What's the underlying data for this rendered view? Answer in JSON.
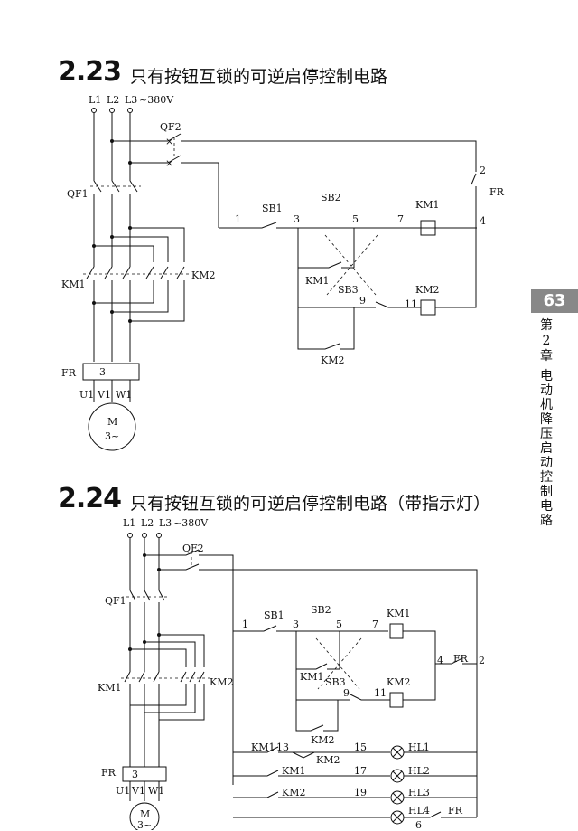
{
  "sections": [
    {
      "number": "2.23",
      "title": "只有按钮互锁的可逆启停控制电路"
    },
    {
      "number": "2.24",
      "title": "只有按钮互锁的可逆启停控制电路（带指示灯）"
    }
  ],
  "sidebar": {
    "page_number": "63",
    "chapter_lines": [
      "第",
      "2",
      "章"
    ],
    "chapter_title": "电动机降压启动控制电路"
  },
  "diagram1": {
    "supply": "~380V",
    "phases": [
      "L1",
      "L2",
      "L3"
    ],
    "labels": {
      "qf1": "QF1",
      "qf2": "QF2",
      "km1": "KM1",
      "km2": "KM2",
      "fr": "FR",
      "fr_num": "3",
      "motor": "M",
      "motor_sub": "3~",
      "u": "U1",
      "v": "V1",
      "w": "W1",
      "sb1": "SB1",
      "sb2": "SB2",
      "sb3": "SB3",
      "km1_coil": "KM1",
      "km2_coil": "KM2",
      "km1_aux": "KM1",
      "km2_aux": "KM2",
      "fr_contact": "FR",
      "n1": "1",
      "n2": "2",
      "n3": "3",
      "n4": "4",
      "n5": "5",
      "n7": "7",
      "n9": "9",
      "n11": "11"
    }
  },
  "diagram2": {
    "supply": "~380V",
    "phases": [
      "L1",
      "L2",
      "L3"
    ],
    "labels": {
      "qf1": "QF1",
      "qf2": "QF2",
      "km1": "KM1",
      "km2": "KM2",
      "fr": "FR",
      "fr_num": "3",
      "motor": "M",
      "motor_sub": "3~",
      "u": "U1",
      "v": "V1",
      "w": "W1",
      "sb1": "SB1",
      "sb2": "SB2",
      "sb3": "SB3",
      "km1_coil": "KM1",
      "km2_coil": "KM2",
      "km1_aux": "KM1",
      "km2_aux": "KM2",
      "fr_contact": "FR",
      "fr_contact2": "FR",
      "lamp_km1": "KM1",
      "lamp_km1b": "KM1",
      "lamp_km2a": "KM2",
      "lamp_km2b": "KM2",
      "hl1": "HL1",
      "hl2": "HL2",
      "hl3": "HL3",
      "hl4": "HL4",
      "n1": "1",
      "n2": "2",
      "n3": "3",
      "n4": "4",
      "n5": "5",
      "n6": "6",
      "n7": "7",
      "n9": "9",
      "n11": "11",
      "n13": "13",
      "n15": "15",
      "n17": "17",
      "n19": "19"
    }
  }
}
